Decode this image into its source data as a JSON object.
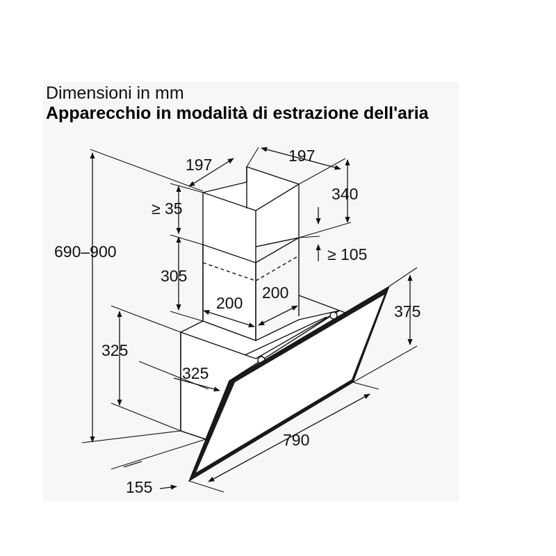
{
  "header": {
    "subtitle": "Dimensioni in mm",
    "title": "Apparecchio in modalità di estrazione dell'aria"
  },
  "dimensions": {
    "chimney_depth": "197",
    "chimney_width": "197",
    "upper_height": "340",
    "min_gap_top": "≥ 35",
    "min_gap_bottom": "≥ 105",
    "overall_height": "690–900",
    "lower_chimney": "305",
    "base_left": "200",
    "base_right": "200",
    "panel_height": "375",
    "body_height": "325",
    "body_depth": "325",
    "panel_width": "790",
    "bottom_depth": "155"
  },
  "colors": {
    "background": "#f7f7f7",
    "line": "#111111",
    "panel_dark": "#1a1a1a"
  }
}
